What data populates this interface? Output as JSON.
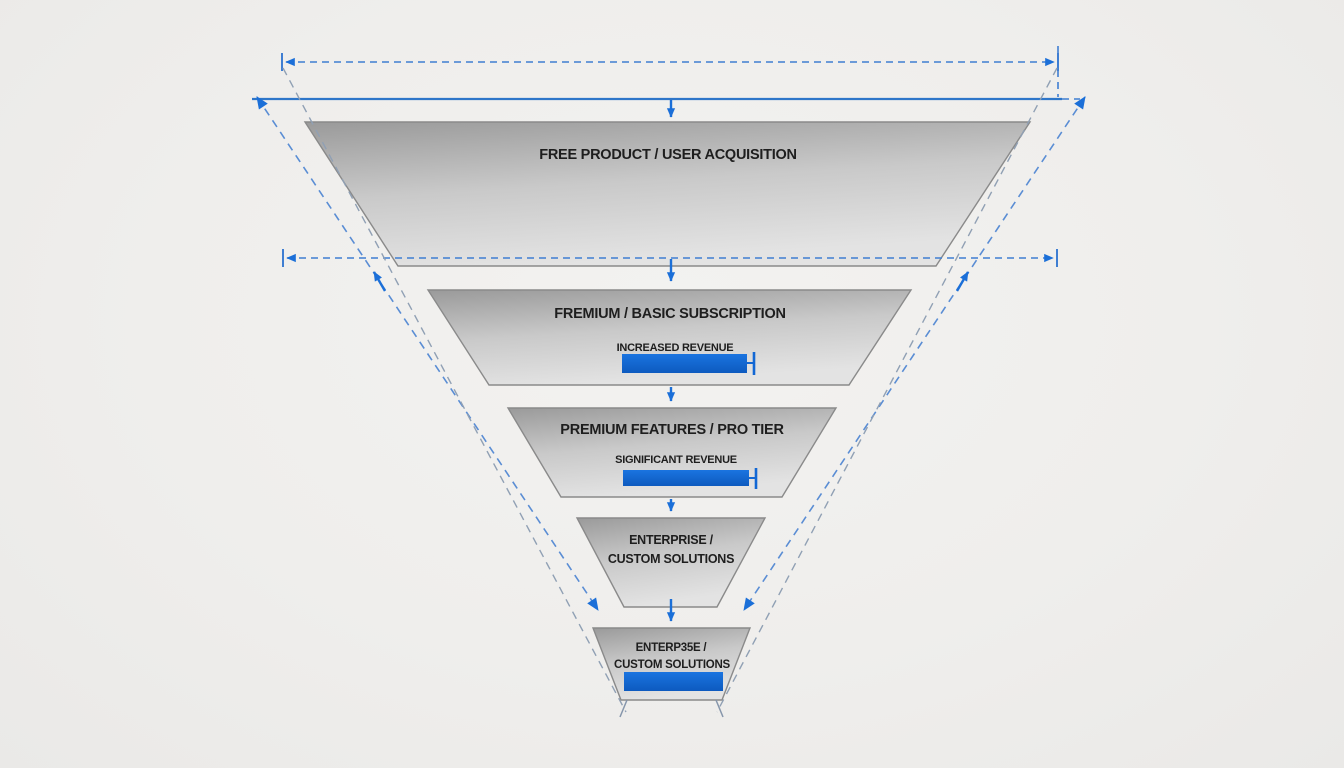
{
  "diagram": {
    "type": "monetization-funnel",
    "tiers": [
      {
        "label": "FREE PRODUCT / USER ACQUISITION"
      },
      {
        "label": "FREMIUM / BASIC SUBSCRIPTION",
        "sublabel": "INCREASED REVENUE"
      },
      {
        "label": "PREMIUM FEATURES / PRO TIER",
        "sublabel": "SIGNIFICANT REVENUE"
      },
      {
        "label": "ENTERPRISE /",
        "label_line2": "CUSTOM SOLUTIONS"
      },
      {
        "label": "ENTERP35E /",
        "label_line2": "CUSTOM SOLUTIONS"
      }
    ],
    "colors": {
      "accent_blue": "#1267d4",
      "arrow_blue": "#1b6fd8",
      "dimension_line_blue": "#3f7ed2",
      "guide_outer_blue": "#5a8dd4",
      "guide_inner_gray": "#90a0b4",
      "tier_border": "#8a8a8a",
      "tier_fill_dark": "#9a9a9a",
      "tier_fill_light": "#e3e3e3",
      "background": "#efeeec",
      "text": "#1e1e1e"
    },
    "icons": {
      "arrows": [
        "left-arrow-icon",
        "right-arrow-icon",
        "down-arrow-icon",
        "diagonal-arrow-icon"
      ]
    }
  }
}
